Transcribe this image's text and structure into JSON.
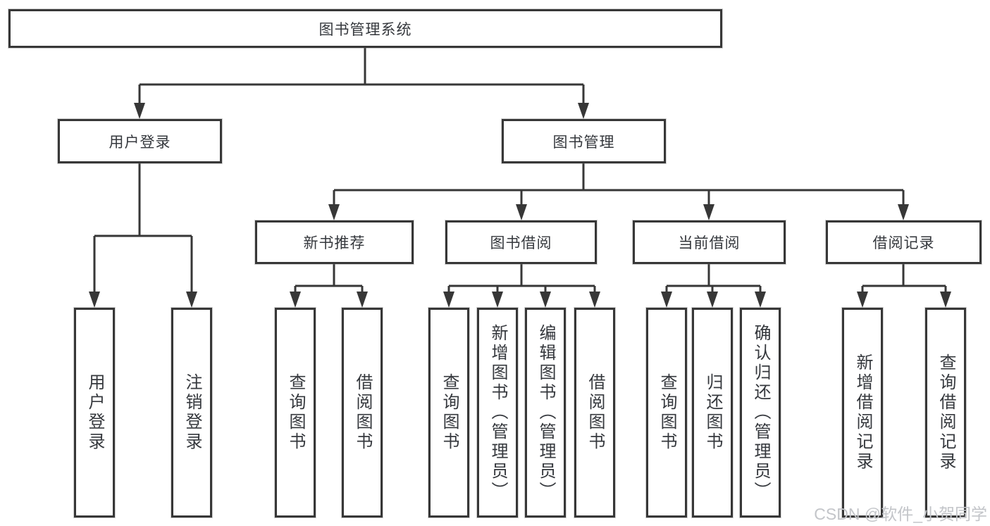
{
  "diagram": {
    "root": {
      "label": "图书管理系统",
      "children": [
        {
          "label": "用户登录",
          "children": [
            {
              "label": "用户登录"
            },
            {
              "label": "注销登录"
            }
          ]
        },
        {
          "label": "图书管理",
          "children": [
            {
              "label": "新书推荐",
              "children": [
                {
                  "label": "查询图书"
                },
                {
                  "label": "借阅图书"
                }
              ]
            },
            {
              "label": "图书借阅",
              "children": [
                {
                  "label": "查询图书"
                },
                {
                  "label": "新增图书（管理员）"
                },
                {
                  "label": "编辑图书（管理员）"
                },
                {
                  "label": "借阅图书"
                }
              ]
            },
            {
              "label": "当前借阅",
              "children": [
                {
                  "label": "查询图书"
                },
                {
                  "label": "归还图书"
                },
                {
                  "label": "确认归还（管理员）"
                }
              ]
            },
            {
              "label": "借阅记录",
              "children": [
                {
                  "label": "新增借阅记录"
                },
                {
                  "label": "查询借阅记录"
                }
              ]
            }
          ]
        }
      ]
    }
  },
  "watermark": {
    "text": "CSDN @软件_小贺同学"
  },
  "colors": {
    "background": "#ffffff",
    "box_border": "#373737",
    "connector": "#373737",
    "text": "#35383d",
    "watermark": "#c3c5c9"
  }
}
